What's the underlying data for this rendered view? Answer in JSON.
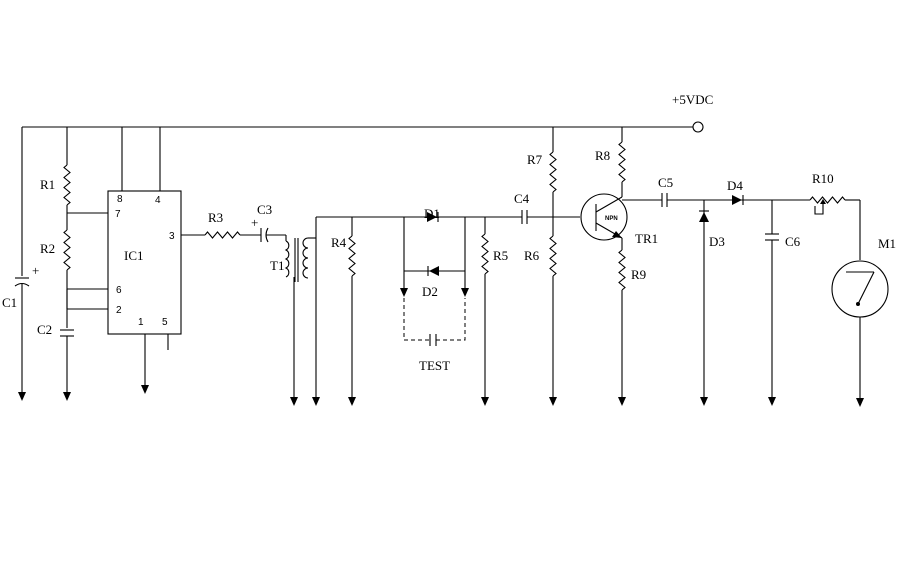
{
  "supply": {
    "label": "+5VDC"
  },
  "ic": {
    "name": "IC1",
    "pins": [
      "8",
      "4",
      "7",
      "3",
      "6",
      "2",
      "1",
      "5"
    ]
  },
  "components": {
    "c1": "C1",
    "c1_polarity": "+",
    "r1": "R1",
    "r2": "R2",
    "c2": "C2",
    "r3": "R3",
    "c3": "C3",
    "c3_polarity": "+",
    "t1": "T1",
    "r4": "R4",
    "d1": "D1",
    "d2": "D2",
    "test": "TEST",
    "c4": "C4",
    "r5": "R5",
    "r6": "R6",
    "r7": "R7",
    "r8": "R8",
    "tr1": "TR1",
    "tr1_type": "NPN",
    "r9": "R9",
    "c5": "C5",
    "d3": "D3",
    "d4": "D4",
    "c6": "C6",
    "r10": "R10",
    "m1": "M1"
  }
}
